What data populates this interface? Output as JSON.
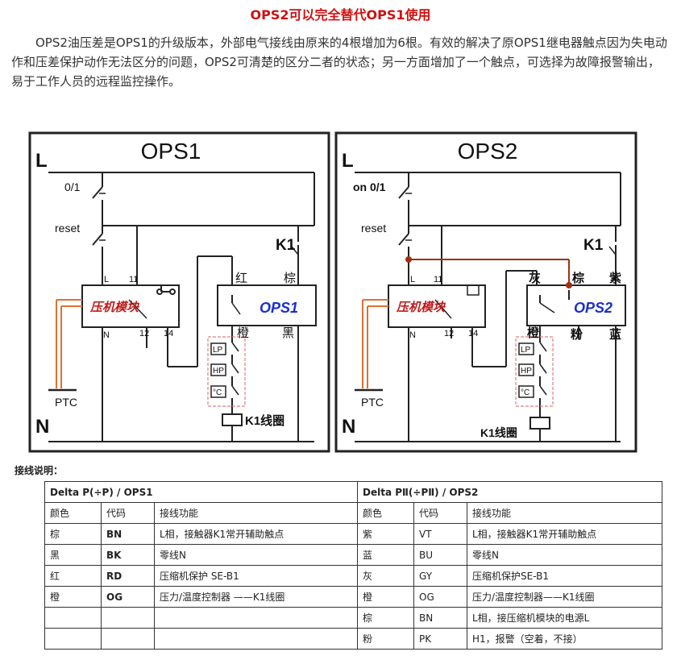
{
  "title": "OPS2可以完全替代OPS1使用",
  "intro": "OPS2油压差是OPS1的升级版本，外部电气接线由原来的4根增加为6根。有效的解决了原OPS1继电器触点因为失电动作和压差保护动作无法区分的问题，OPS2可清楚的区分二者的状态；另一方面增加了一个触点，可选择为故障报警输出，易于工作人员的远程监控操作。",
  "ops1": {
    "heading": "OPS1",
    "line_L": "L",
    "line_N": "N",
    "switch_power": "0/1",
    "switch_reset": "reset",
    "module_label": "压机模块",
    "module_pins": {
      "l": "L",
      "eleven": "11",
      "n": "N",
      "twelve": "12",
      "fourteen": "14"
    },
    "ptc": "PTC",
    "relay_label": "OPS1",
    "wire_red": "红",
    "wire_brown": "棕",
    "wire_orange": "橙",
    "wire_black": "黑",
    "k1": "K1",
    "k1_coil": "K1线圈",
    "sensors": [
      "LP",
      "HP",
      "°C"
    ]
  },
  "ops2": {
    "heading": "OPS2",
    "line_L": "L",
    "line_N": "N",
    "switch_power": "on 0/1",
    "switch_reset": "reset",
    "module_label": "压机模块",
    "module_pins": {
      "l": "L",
      "eleven": "11",
      "n": "N",
      "twelve": "12",
      "fourteen": "14"
    },
    "ptc": "PTC",
    "relay_label": "OPS2",
    "wire_grey": "灰",
    "wire_brown": "棕",
    "wire_purple": "紫",
    "wire_orange": "橙",
    "wire_pink": "粉",
    "wire_blue": "蓝",
    "k1": "K1",
    "k1_coil": "K1线圈",
    "sensors": [
      "LP",
      "HP",
      "°C"
    ]
  },
  "wiring": {
    "title": "接线说明：",
    "left_header": "Delta P(÷P) / OPS1",
    "right_header": "Delta PⅡ(÷PⅡ) / OPS2",
    "col_color": "颜色",
    "col_code": "代码",
    "col_func": "接线功能",
    "left_rows": [
      {
        "color": "棕",
        "code": "BN",
        "func": "L相，接触器K1常开辅助触点"
      },
      {
        "color": "黑",
        "code": "BK",
        "func": "零线N"
      },
      {
        "color": "红",
        "code": "RD",
        "func": "压缩机保护 SE-B1"
      },
      {
        "color": "橙",
        "code": "OG",
        "func": "压力/温度控制器 ——K1线圈"
      },
      {
        "color": "",
        "code": "",
        "func": ""
      },
      {
        "color": "",
        "code": "",
        "func": ""
      }
    ],
    "right_rows": [
      {
        "color": "紫",
        "code": "VT",
        "func": "L相，接触器K1常开辅助触点"
      },
      {
        "color": "蓝",
        "code": "BU",
        "func": "零线N"
      },
      {
        "color": "灰",
        "code": "GY",
        "func": "压缩机保护SE-B1"
      },
      {
        "color": "橙",
        "code": "OG",
        "func": "压力/温度控制器——K1线圈"
      },
      {
        "color": "棕",
        "code": "BN",
        "func": "L相，接压缩机模块的电源L"
      },
      {
        "color": "粉",
        "code": "PK",
        "func": "H1，报警（空着，不接）"
      }
    ]
  },
  "colors": {
    "title_red": "#d01010",
    "relay_blue": "#1a2fd0",
    "module_red": "#c01818",
    "ptc_orange": "#e07030",
    "ops2_link": "#a03010",
    "sensor_box": "#e08080"
  }
}
